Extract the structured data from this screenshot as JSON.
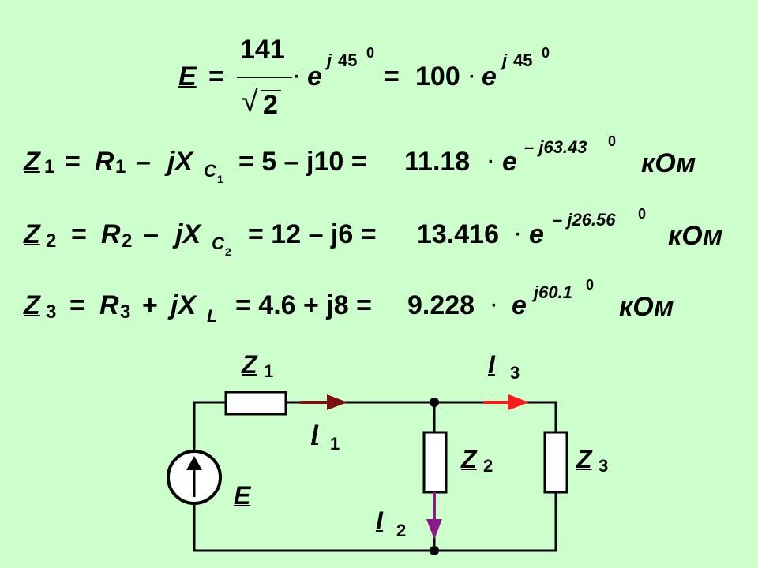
{
  "equations": {
    "e": {
      "lhs": "E",
      "equals": "=",
      "numerator": "141",
      "radical_sign": "√",
      "radicand": "2",
      "mult": "·",
      "base": "e",
      "exponent_j": "j",
      "exponent_value": "45",
      "degree": "0",
      "rhs_value": "100",
      "rhs_base": "e",
      "rhs_exponent_j": "j",
      "rhs_exponent_value": "45",
      "rhs_degree": "0"
    },
    "z1": {
      "lhs": "Z",
      "lhs_sub": "1",
      "r": "R",
      "r_sub": "1",
      "op": "–",
      "jx": "jX",
      "x_sub": "C",
      "x_sub_sub": "1",
      "algebraic": "= 5 – j10 =",
      "modulus": "11.18",
      "base": "e",
      "exponent": "– j63.43",
      "degree": "0",
      "unit": "кОм"
    },
    "z2": {
      "lhs": "Z",
      "lhs_sub": "2",
      "r": "R",
      "r_sub": "2",
      "op": "–",
      "jx": "jX",
      "x_sub": "C",
      "x_sub_sub": "2",
      "algebraic": "= 12 – j6 =",
      "modulus": "13.416",
      "base": "e",
      "exponent": "– j26.56",
      "degree": "0",
      "unit": "кОм"
    },
    "z3": {
      "lhs": "Z",
      "lhs_sub": "3",
      "r": "R",
      "r_sub": "3",
      "op": "+",
      "jx": "jX",
      "x_sub": "L",
      "algebraic": "= 4.6 + j8 =",
      "modulus": "9.228",
      "base": "e",
      "exponent": "j60.1",
      "degree": "0",
      "unit": "кОм"
    }
  },
  "circuit": {
    "z1_label": "Z",
    "z1_sub": "1",
    "z2_label": "Z",
    "z2_sub": "2",
    "z3_label": "Z",
    "z3_sub": "3",
    "e_label": "E",
    "i1_label": "I",
    "i1_sub": "1",
    "i2_label": "I",
    "i2_sub": "2",
    "i3_label": "I",
    "i3_sub": "3",
    "colors": {
      "i1_arrow": "#7a1010",
      "i2_arrow": "#8b1a8b",
      "i3_arrow": "#ff1a1a",
      "wire": "#000000",
      "resistor_fill": "#ffffff"
    }
  }
}
